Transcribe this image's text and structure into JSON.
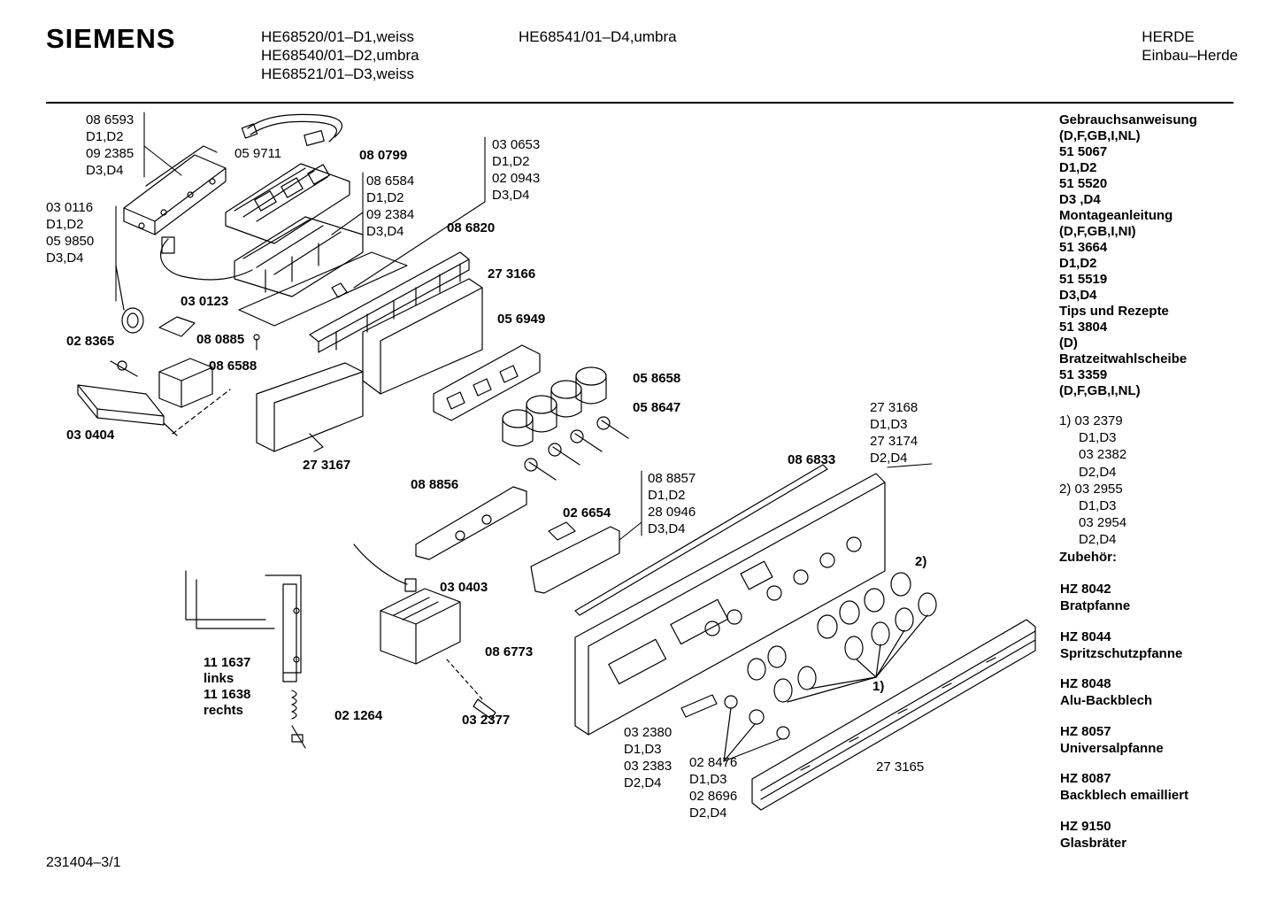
{
  "brand": "SIEMENS",
  "models": {
    "col1": [
      "HE68520/01–D1,weiss",
      "HE68540/01–D2,umbra",
      "HE68521/01–D3,weiss"
    ],
    "col2": [
      "HE68541/01–D4,umbra"
    ]
  },
  "category": {
    "line1": "HERDE",
    "line2": "Einbau–Herde"
  },
  "parts": {
    "p1": [
      "08 6593",
      "D1,D2",
      "09 2385",
      "D3,D4"
    ],
    "p2": "05 9711",
    "p3": "08 0799",
    "p4": [
      "08 6584",
      "D1,D2",
      "09 2384",
      "D3,D4"
    ],
    "p5": [
      "03 0653",
      "D1,D2",
      "02 0943",
      "D3,D4"
    ],
    "p6": [
      "03 0116",
      "D1,D2",
      "05 9850",
      "D3,D4"
    ],
    "p7": "08 6820",
    "p8": "27 3166",
    "p9": "03 0123",
    "p10": "02 8365",
    "p11": "08 0885",
    "p12": "08 6588",
    "p13": "05 6949",
    "p14": "05 8658",
    "p15": "05 8647",
    "p16": "03 0404",
    "p17": "27 3167",
    "p18": [
      "27 3168",
      "D1,D3",
      "27 3174",
      "D2,D4"
    ],
    "p19": "08 6833",
    "p20": "08 8856",
    "p21": [
      "08 8857",
      "D1,D2",
      "28 0946",
      "D3,D4"
    ],
    "p22": "02 6654",
    "p23": "03 0403",
    "p24": "2)",
    "p25": [
      "11 1637",
      "links",
      "11 1638",
      "rechts"
    ],
    "p26": "08 6773",
    "p27": "02 1264",
    "p28": "03 2377",
    "p29": "1)",
    "p30": [
      "03 2380",
      "D1,D3",
      "03 2383",
      "D2,D4"
    ],
    "p31": [
      "02 8476",
      "D1,D3",
      "02 8696",
      "D2,D4"
    ],
    "p32": "27 3165"
  },
  "sidebar": {
    "docs": [
      "Gebrauchsanweisung",
      "(D,F,GB,I,NL)",
      "51 5067",
      "D1,D2",
      "51 5520",
      "D3 ,D4",
      "Montageanleitung",
      "(D,F,GB,I,NI)",
      "51 3664",
      "D1,D2",
      "51 5519",
      "D3,D4",
      "Tips und Rezepte",
      "51 3804",
      "(D)",
      "Bratzeitwahlscheibe",
      "51 3359",
      "(D,F,GB,I,NL)"
    ],
    "notes": [
      "1)  03 2379",
      "D1,D3",
      "03 2382",
      "D2,D4",
      "2)  03 2955",
      "D1,D3",
      "03 2954",
      "D2,D4"
    ],
    "accessories_heading": "Zubehör:",
    "accessories": [
      {
        "code": "HZ 8042",
        "name": "Bratpfanne"
      },
      {
        "code": "HZ 8044",
        "name": "Spritzschutzpfanne"
      },
      {
        "code": "HZ 8048",
        "name": "Alu-Backblech"
      },
      {
        "code": "HZ 8057",
        "name": "Universalpfanne"
      },
      {
        "code": "HZ 8087",
        "name": "Backblech emailliert"
      },
      {
        "code": "HZ  9150",
        "name": "Glasbräter"
      }
    ]
  },
  "footer": "231404–3/1"
}
